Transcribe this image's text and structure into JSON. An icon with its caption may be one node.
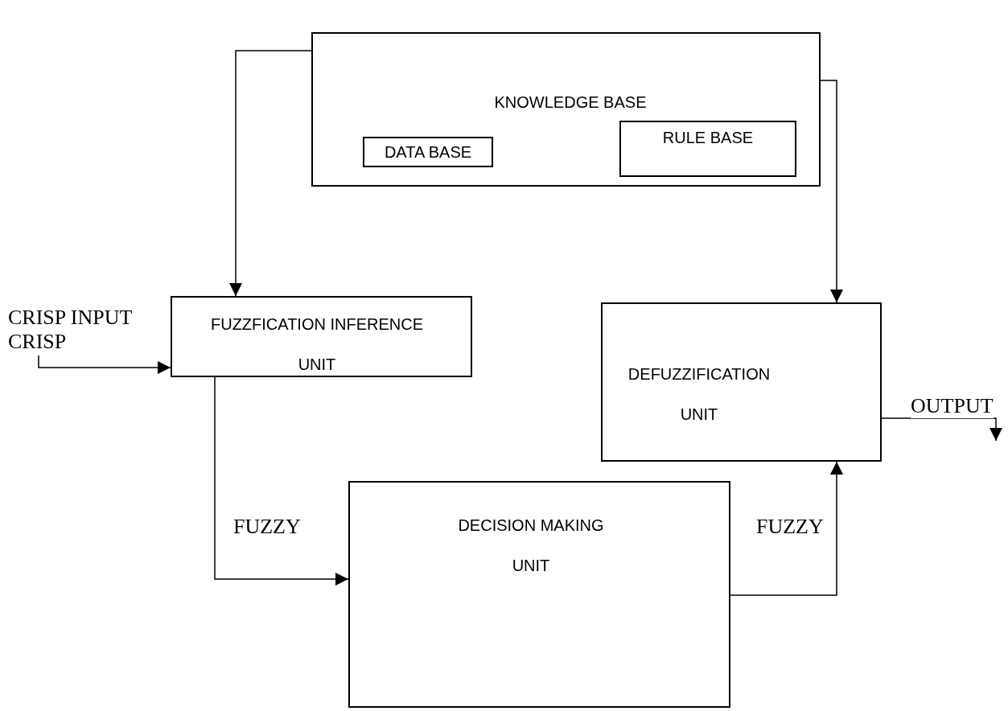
{
  "diagram": {
    "nodes": [
      {
        "text": [
          "KNOWLEDGE BASE"
        ]
      },
      {
        "text": [
          "DATA BASE"
        ],
        "in": 0
      },
      {
        "text": [
          "RULE BASE"
        ],
        "in": 0
      },
      {
        "text": [
          "FUZZFICATION INFERENCE UNIT"
        ]
      },
      {
        "text": [
          "DEFUZZIFICATION UNIT"
        ]
      },
      {
        "text": [
          "DECISION MAKING UNIT"
        ]
      },
      {
        "text": [
          "CRISP INPUT CRISP"
        ]
      }
    ],
    "edges": [
      {
        "from": 0,
        "to": 3,
        "arrow": "to"
      },
      {
        "from": 0,
        "to": 4,
        "arrow": "to"
      },
      {
        "from": 6,
        "to": 3,
        "arrow": "to"
      },
      {
        "from": 3,
        "to": 5,
        "arrow": "to",
        "label": "FUZZY"
      },
      {
        "from": 5,
        "to": 4,
        "arrow": "to",
        "label": "FUZZY"
      },
      {
        "from": 4,
        "to": null,
        "arrow": "to",
        "label": "OUTPUT"
      }
    ]
  }
}
